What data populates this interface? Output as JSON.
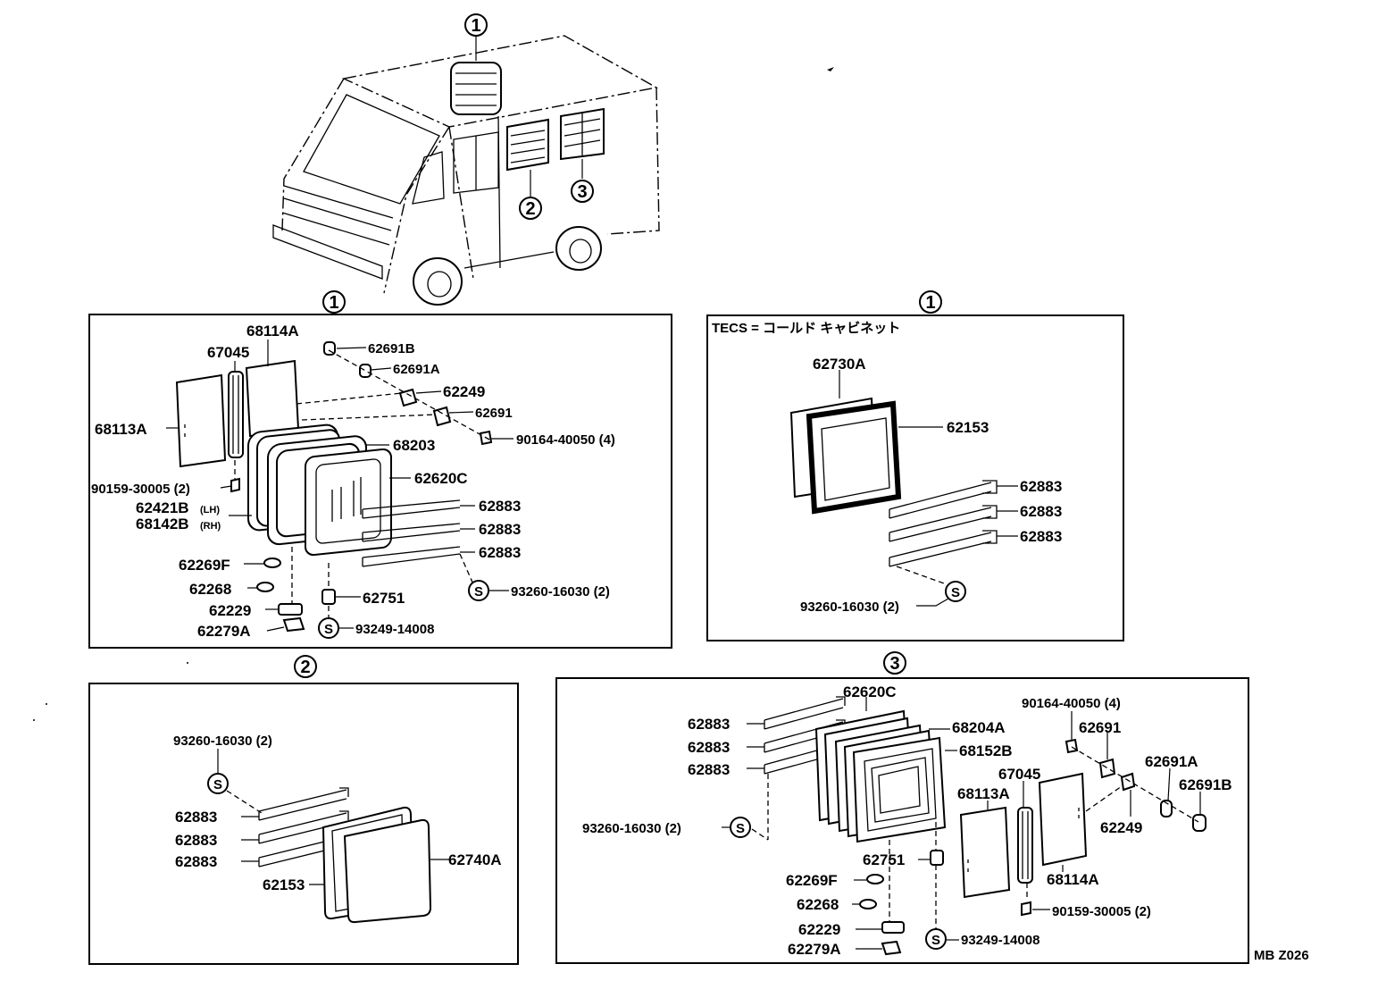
{
  "diagram": {
    "code": "MB Z026",
    "callouts": {
      "c1": "1",
      "c2": "2",
      "c3": "3"
    },
    "panel1": {
      "callout": "1",
      "labels": {
        "p68114A": "68114A",
        "p67045": "67045",
        "p68113A": "68113A",
        "p62691B": "62691B",
        "p62691A": "62691A",
        "p62249": "62249",
        "p62691": "62691",
        "p90164": "90164-40050 (4)",
        "p68203": "68203",
        "p90159": "90159-30005 (2)",
        "p62620C": "62620C",
        "p62421B": "62421B",
        "p62421B_side": "(LH)",
        "p68142B": "68142B",
        "p68142B_side": "(RH)",
        "p62883a": "62883",
        "p62883b": "62883",
        "p62883c": "62883",
        "p62269F": "62269F",
        "p62268": "62268",
        "p62751": "62751",
        "p93260": "93260-16030 (2)",
        "p62229": "62229",
        "p62279A": "62279A",
        "p93249": "93249-14008",
        "s1": "S",
        "s2": "S"
      }
    },
    "panelTecs": {
      "callout": "1",
      "title": "TECS = コールド キャビネット",
      "labels": {
        "p62730A": "62730A",
        "p62153": "62153",
        "p62883a": "62883",
        "p62883b": "62883",
        "p62883c": "62883",
        "p93260": "93260-16030 (2)",
        "s1": "S"
      }
    },
    "panel2": {
      "callout": "2",
      "labels": {
        "p93260": "93260-16030 (2)",
        "p62883a": "62883",
        "p62883b": "62883",
        "p62883c": "62883",
        "p62153": "62153",
        "p62740A": "62740A",
        "s1": "S"
      }
    },
    "panel3": {
      "callout": "3",
      "labels": {
        "p62620C": "62620C",
        "p62883a": "62883",
        "p62883b": "62883",
        "p62883c": "62883",
        "p68204A": "68204A",
        "p68152B": "68152B",
        "p90164": "90164-40050 (4)",
        "p62691": "62691",
        "p67045": "67045",
        "p62691A": "62691A",
        "p68113A": "68113A",
        "p62691B": "62691B",
        "p93260": "93260-16030 (2)",
        "p62249": "62249",
        "p62751": "62751",
        "p62269F": "62269F",
        "p68114A": "68114A",
        "p62268": "62268",
        "p90159": "90159-30005 (2)",
        "p62229": "62229",
        "p62279A": "62279A",
        "p93249": "93249-14008",
        "s1": "S",
        "s2": "S"
      }
    }
  }
}
